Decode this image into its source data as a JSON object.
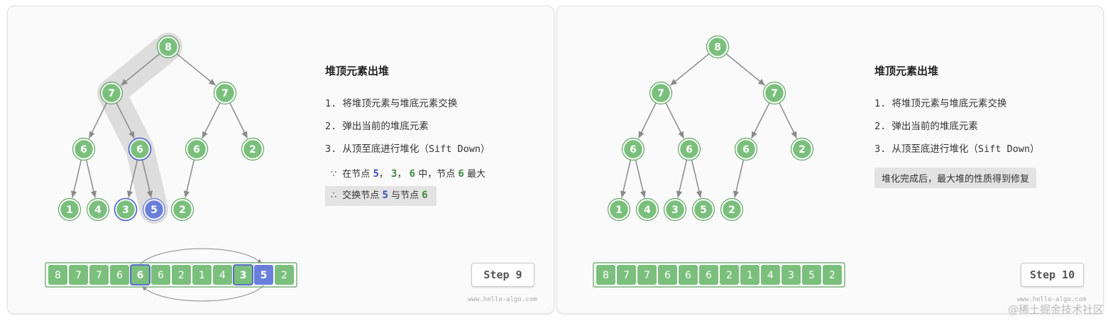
{
  "colors": {
    "node_fill": "#7bbf7d",
    "node_stroke": "#ffffff",
    "node_ring": "#5fa862",
    "highlight_node_fill": "#6a7fdb",
    "highlight_ring": "#4a60c9",
    "edge": "#8a8a8a",
    "path_shadow": "#dddddd",
    "array_border": "#5aa05c"
  },
  "panels": [
    {
      "title": "堆顶元素出堆",
      "steps": [
        "1. 将堆顶元素与堆底元素交换",
        "2. 弹出当前的堆底元素",
        "3. 从顶至底进行堆化（Sift Down）"
      ],
      "note_because": {
        "symbol": "∵",
        "prefix": "在节点",
        "a": "5",
        "sep1": "，",
        "b": "3",
        "sep2": "，",
        "c": "6",
        "mid": "中，节点",
        "d": "6",
        "suffix": "最大"
      },
      "note_therefore": {
        "symbol": "∴",
        "prefix": "交换节点",
        "a": "5",
        "mid": "与节点",
        "b": "6"
      },
      "tree": [
        8,
        7,
        7,
        6,
        6,
        6,
        2,
        1,
        4,
        3,
        5,
        2
      ],
      "array": [
        8,
        7,
        7,
        6,
        6,
        6,
        2,
        1,
        4,
        3,
        5,
        2
      ],
      "ring_indices": [
        4,
        9
      ],
      "blue_indices": [
        10
      ],
      "step_label": "Step 9",
      "watermark": "www.hello-algo.com"
    },
    {
      "title": "堆顶元素出堆",
      "steps": [
        "1. 将堆顶元素与堆底元素交换",
        "2. 弹出当前的堆底元素",
        "3. 从顶至底进行堆化（Sift Down）"
      ],
      "done_note": "堆化完成后，最大堆的性质得到修复",
      "tree": [
        8,
        7,
        7,
        6,
        6,
        6,
        2,
        1,
        4,
        3,
        5,
        2
      ],
      "array": [
        8,
        7,
        7,
        6,
        6,
        6,
        2,
        1,
        4,
        3,
        5,
        2
      ],
      "step_label": "Step 10",
      "watermark": "www.hello-algo.com"
    }
  ],
  "site_watermark": "@稀土掘金技术社区"
}
